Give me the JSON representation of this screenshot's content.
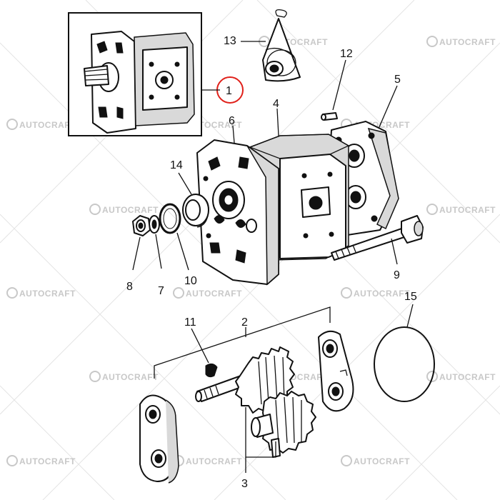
{
  "watermark": {
    "text": "AUTOCRAFT"
  },
  "callouts": {
    "c1": "1",
    "c2": "2",
    "c3": "3",
    "c4": "4",
    "c5": "5",
    "c6": "6",
    "c7": "7",
    "c8": "8",
    "c9": "9",
    "c10": "10",
    "c11": "11",
    "c12": "12",
    "c13": "13",
    "c14": "14",
    "c15": "15"
  },
  "colors": {
    "line": "#111111",
    "highlight": "#e0201a",
    "watermark": "#c8c8c8"
  }
}
